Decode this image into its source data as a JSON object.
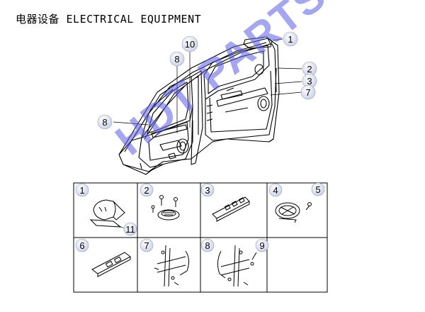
{
  "header": {
    "title": "电器设备 ELECTRICAL EQUIPMENT"
  },
  "watermark": {
    "text": "HDT PARTS",
    "color": "#5c5ce1"
  },
  "callouts": [
    {
      "num": "1"
    },
    {
      "num": "2"
    },
    {
      "num": "3"
    },
    {
      "num": "7"
    },
    {
      "num": "10"
    },
    {
      "num": "8"
    },
    {
      "num": "8"
    }
  ],
  "parts_grid": {
    "cells": [
      {
        "num": "1",
        "extra": "11"
      },
      {
        "num": "2"
      },
      {
        "num": "3"
      },
      {
        "num": "4",
        "extra": "5"
      },
      {
        "num": "6"
      },
      {
        "num": "7"
      },
      {
        "num": "8",
        "extra": "9"
      },
      {
        "num": ""
      }
    ]
  }
}
